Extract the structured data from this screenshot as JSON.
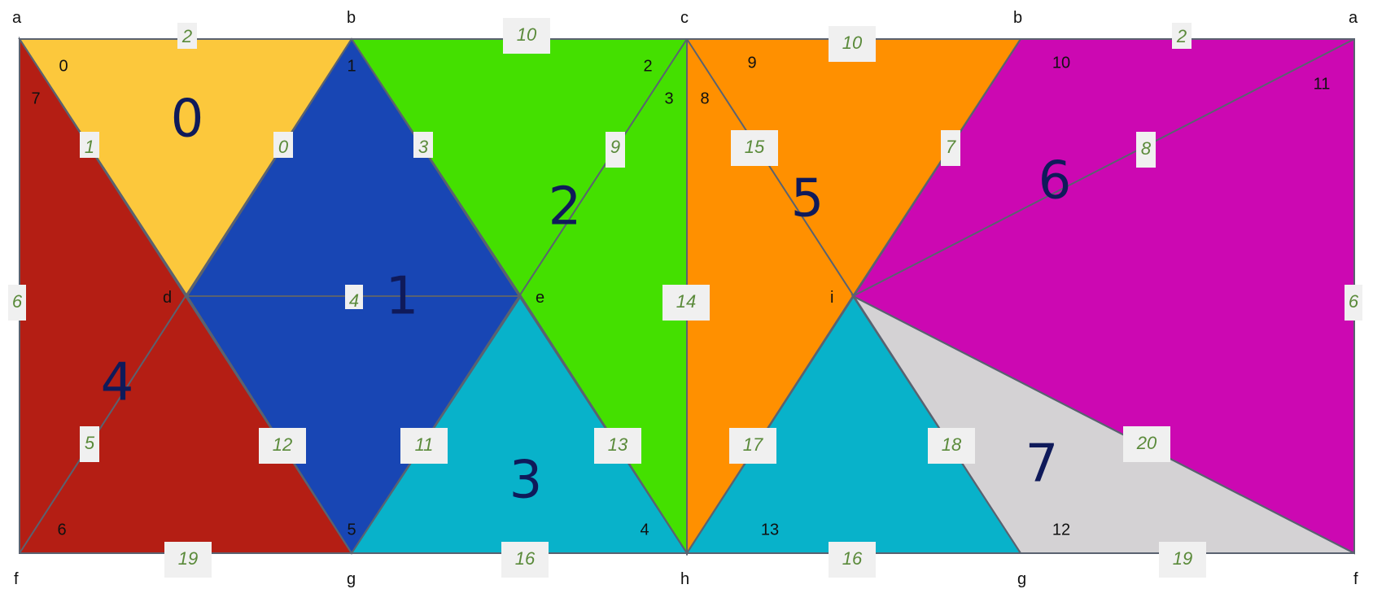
{
  "colors": {
    "face_0": "#fcc83c",
    "face_1": "#1846b4",
    "face_2": "#44e000",
    "face_3": "#08b2ca",
    "face_4": "#b41e14",
    "face_5": "#ff9000",
    "face_6": "#cc08b2",
    "face_7": "#d4d2d4",
    "edge_stroke": "#5a6270",
    "edge_label": "#5a8a3a",
    "face_label": "#0f1a5a"
  },
  "vertex_labels": [
    "a",
    "b",
    "c",
    "b",
    "a",
    "d",
    "e",
    "i",
    "f",
    "g",
    "h",
    "g",
    "f"
  ],
  "faces": [
    {
      "id": "0",
      "label": "0",
      "color": "#fcc83c"
    },
    {
      "id": "1",
      "label": "1",
      "color": "#1846b4"
    },
    {
      "id": "2",
      "label": "2",
      "color": "#44e000"
    },
    {
      "id": "3",
      "label": "3",
      "color": "#08b2ca"
    },
    {
      "id": "4",
      "label": "4",
      "color": "#b41e14"
    },
    {
      "id": "5",
      "label": "5",
      "color": "#ff9000"
    },
    {
      "id": "6",
      "label": "6",
      "color": "#cc08b2"
    },
    {
      "id": "7",
      "label": "7",
      "color": "#d4d2d4"
    }
  ],
  "edge_labels": [
    "2",
    "10",
    "10",
    "2",
    "1",
    "0",
    "3",
    "9",
    "15",
    "7",
    "8",
    "6",
    "4",
    "14",
    "6",
    "5",
    "12",
    "11",
    "13",
    "17",
    "18",
    "20",
    "19",
    "16",
    "16",
    "19"
  ],
  "corner_labels": [
    "0",
    "7",
    "1",
    "2",
    "3",
    "8",
    "9",
    "10",
    "11",
    "6",
    "5",
    "4",
    "13",
    "12"
  ]
}
